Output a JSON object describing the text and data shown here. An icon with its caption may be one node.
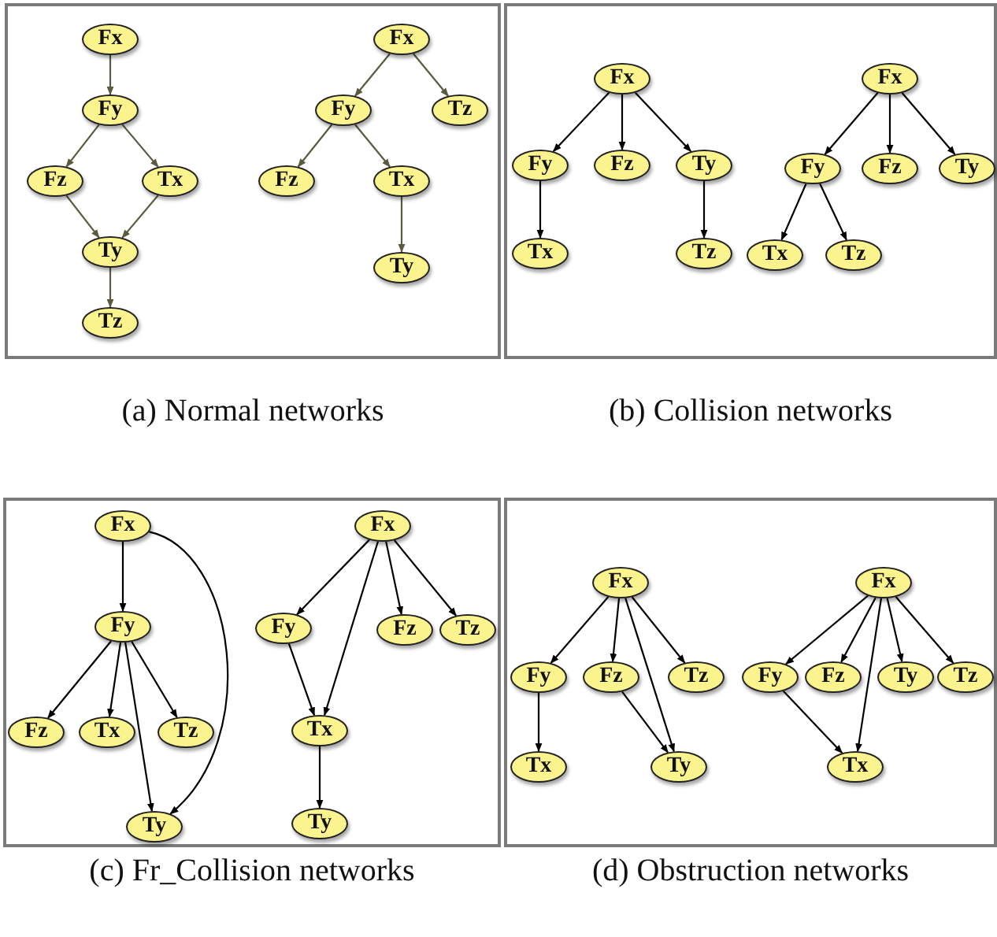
{
  "diagram": {
    "nodes": [
      {
        "text": [
          "(a) Normal networks"
        ]
      },
      {
        "text": [
          "Fx"
        ],
        "in": 0
      },
      {
        "text": [
          "Fy"
        ],
        "in": 0
      },
      {
        "text": [
          "Fz"
        ],
        "in": 0
      },
      {
        "text": [
          "Tx"
        ],
        "in": 0
      },
      {
        "text": [
          "Ty"
        ],
        "in": 0
      },
      {
        "text": [
          "Tz"
        ],
        "in": 0
      },
      {
        "text": [
          "Fx"
        ],
        "in": 0
      },
      {
        "text": [
          "Fy"
        ],
        "in": 0
      },
      {
        "text": [
          "Tz"
        ],
        "in": 0
      },
      {
        "text": [
          "Fz"
        ],
        "in": 0
      },
      {
        "text": [
          "Tx"
        ],
        "in": 0
      },
      {
        "text": [
          "Ty"
        ],
        "in": 0
      },
      {
        "text": [
          "(b) Collision networks"
        ]
      },
      {
        "text": [
          "Fx"
        ],
        "in": 13
      },
      {
        "text": [
          "Fy"
        ],
        "in": 13
      },
      {
        "text": [
          "Fz"
        ],
        "in": 13
      },
      {
        "text": [
          "Ty"
        ],
        "in": 13
      },
      {
        "text": [
          "Tx"
        ],
        "in": 13
      },
      {
        "text": [
          "Tz"
        ],
        "in": 13
      },
      {
        "text": [
          "Fx"
        ],
        "in": 13
      },
      {
        "text": [
          "Fy"
        ],
        "in": 13
      },
      {
        "text": [
          "Fz"
        ],
        "in": 13
      },
      {
        "text": [
          "Ty"
        ],
        "in": 13
      },
      {
        "text": [
          "Tx"
        ],
        "in": 13
      },
      {
        "text": [
          "Tz"
        ],
        "in": 13
      },
      {
        "text": [
          "(c) Fr_Collision networks"
        ]
      },
      {
        "text": [
          "Fx"
        ],
        "in": 26
      },
      {
        "text": [
          "Fy"
        ],
        "in": 26
      },
      {
        "text": [
          "Fz"
        ],
        "in": 26
      },
      {
        "text": [
          "Tx"
        ],
        "in": 26
      },
      {
        "text": [
          "Tz"
        ],
        "in": 26
      },
      {
        "text": [
          "Ty"
        ],
        "in": 26
      },
      {
        "text": [
          "Fx"
        ],
        "in": 26
      },
      {
        "text": [
          "Fy"
        ],
        "in": 26
      },
      {
        "text": [
          "Fz"
        ],
        "in": 26
      },
      {
        "text": [
          "Tz"
        ],
        "in": 26
      },
      {
        "text": [
          "Tx"
        ],
        "in": 26
      },
      {
        "text": [
          "Ty"
        ],
        "in": 26
      },
      {
        "text": [
          "(d) Obstruction networks"
        ]
      },
      {
        "text": [
          "Fx"
        ],
        "in": 39
      },
      {
        "text": [
          "Fy"
        ],
        "in": 39
      },
      {
        "text": [
          "Fz"
        ],
        "in": 39
      },
      {
        "text": [
          "Tz"
        ],
        "in": 39
      },
      {
        "text": [
          "Tx"
        ],
        "in": 39
      },
      {
        "text": [
          "Ty"
        ],
        "in": 39
      },
      {
        "text": [
          "Fx"
        ],
        "in": 39
      },
      {
        "text": [
          "Fy"
        ],
        "in": 39
      },
      {
        "text": [
          "Fz"
        ],
        "in": 39
      },
      {
        "text": [
          "Ty"
        ],
        "in": 39
      },
      {
        "text": [
          "Tz"
        ],
        "in": 39
      },
      {
        "text": [
          "Tx"
        ],
        "in": 39
      }
    ],
    "edges": [
      {
        "from": 1,
        "to": 2,
        "arrow": "to",
        "color": "#5b5a3f"
      },
      {
        "from": 2,
        "to": 3,
        "arrow": "to",
        "color": "#5b5a3f"
      },
      {
        "from": 2,
        "to": 4,
        "arrow": "to",
        "color": "#5b5a3f"
      },
      {
        "from": 3,
        "to": 5,
        "arrow": "to",
        "color": "#5b5a3f"
      },
      {
        "from": 4,
        "to": 5,
        "arrow": "to",
        "color": "#5b5a3f"
      },
      {
        "from": 5,
        "to": 6,
        "arrow": "to",
        "color": "#5b5a3f"
      },
      {
        "from": 7,
        "to": 8,
        "arrow": "to",
        "color": "#5b5a3f"
      },
      {
        "from": 7,
        "to": 9,
        "arrow": "to",
        "color": "#5b5a3f"
      },
      {
        "from": 8,
        "to": 10,
        "arrow": "to",
        "color": "#5b5a3f"
      },
      {
        "from": 8,
        "to": 11,
        "arrow": "to",
        "color": "#5b5a3f"
      },
      {
        "from": 11,
        "to": 12,
        "arrow": "to",
        "color": "#5b5a3f"
      },
      {
        "from": 14,
        "to": 15,
        "arrow": "to"
      },
      {
        "from": 14,
        "to": 16,
        "arrow": "to"
      },
      {
        "from": 14,
        "to": 17,
        "arrow": "to"
      },
      {
        "from": 15,
        "to": 18,
        "arrow": "to"
      },
      {
        "from": 17,
        "to": 19,
        "arrow": "to"
      },
      {
        "from": 20,
        "to": 21,
        "arrow": "to"
      },
      {
        "from": 20,
        "to": 22,
        "arrow": "to"
      },
      {
        "from": 20,
        "to": 23,
        "arrow": "to"
      },
      {
        "from": 21,
        "to": 24,
        "arrow": "to"
      },
      {
        "from": 21,
        "to": 25,
        "arrow": "to"
      },
      {
        "from": 27,
        "to": 28,
        "arrow": "to"
      },
      {
        "from": 27,
        "to": 32,
        "arrow": "to"
      },
      {
        "from": 28,
        "to": 29,
        "arrow": "to"
      },
      {
        "from": 28,
        "to": 30,
        "arrow": "to"
      },
      {
        "from": 28,
        "to": 31,
        "arrow": "to"
      },
      {
        "from": 28,
        "to": 32,
        "arrow": "to"
      },
      {
        "from": 33,
        "to": 34,
        "arrow": "to"
      },
      {
        "from": 33,
        "to": 37,
        "arrow": "to"
      },
      {
        "from": 33,
        "to": 35,
        "arrow": "to"
      },
      {
        "from": 33,
        "to": 36,
        "arrow": "to"
      },
      {
        "from": 34,
        "to": 37,
        "arrow": "to"
      },
      {
        "from": 37,
        "to": 38,
        "arrow": "to"
      },
      {
        "from": 40,
        "to": 41,
        "arrow": "to"
      },
      {
        "from": 40,
        "to": 42,
        "arrow": "to"
      },
      {
        "from": 40,
        "to": 45,
        "arrow": "to"
      },
      {
        "from": 40,
        "to": 43,
        "arrow": "to"
      },
      {
        "from": 41,
        "to": 44,
        "arrow": "to"
      },
      {
        "from": 42,
        "to": 45,
        "arrow": "to"
      },
      {
        "from": 46,
        "to": 47,
        "arrow": "to"
      },
      {
        "from": 46,
        "to": 48,
        "arrow": "to"
      },
      {
        "from": 46,
        "to": 51,
        "arrow": "to"
      },
      {
        "from": 46,
        "to": 49,
        "arrow": "to"
      },
      {
        "from": 46,
        "to": 50,
        "arrow": "to"
      },
      {
        "from": 47,
        "to": 51,
        "arrow": "to"
      }
    ]
  }
}
